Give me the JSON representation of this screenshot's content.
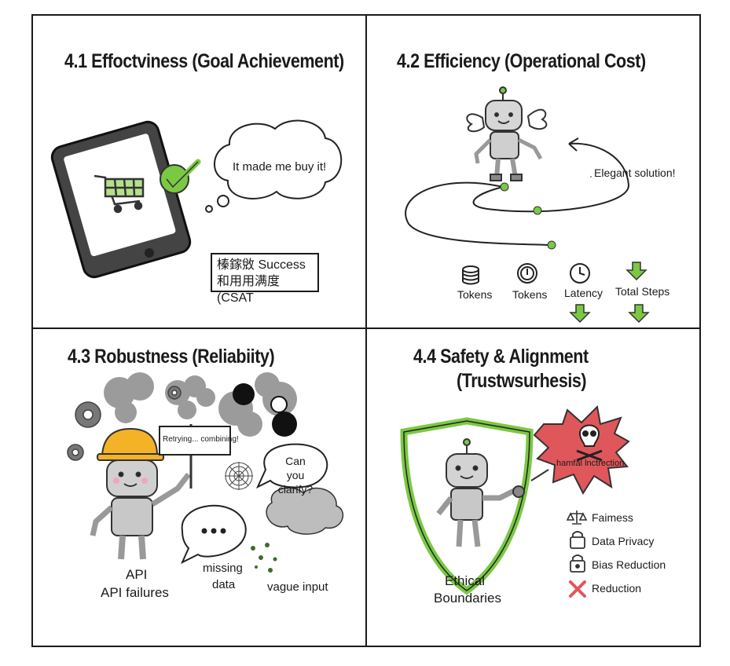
{
  "panels": {
    "p41": {
      "title": "4.1 Effoctviness (Goal Achievement)",
      "thought": "It made me buy it!",
      "box_line1": "榛鎵敓 Success",
      "box_line2": "和用用满度(CSAT"
    },
    "p42": {
      "title": "4.2 Efficiency (Operational Cost)",
      "callout": "Elegant solution!",
      "metrics": [
        "Tokens",
        "Tokens",
        "Latency",
        "Total Steps"
      ]
    },
    "p43": {
      "title": "4.3 Robustness (Reliabiity)",
      "sign": "Retrying... combining!",
      "speech": "Can you clarify?",
      "api_line1": "API",
      "api_line2": "API failures",
      "missing_line1": "missing",
      "missing_line2": "data",
      "vague": "vague input"
    },
    "p44": {
      "title_line1": "4.4 Safety & Alignment",
      "title_line2": "(Trustwsurhesis)",
      "warning": "hamfal lnctrection",
      "shield_line1": "Ethical",
      "shield_line2": "Boundaries",
      "items": [
        "Faimess",
        "Data Privacy",
        "Bias Reduction",
        "Reduction"
      ]
    }
  },
  "colors": {
    "accent_green": "#7ac943",
    "warning_red": "#e0575b",
    "helmet_yellow": "#f4b227",
    "robot_gray": "#c9c9c9"
  }
}
